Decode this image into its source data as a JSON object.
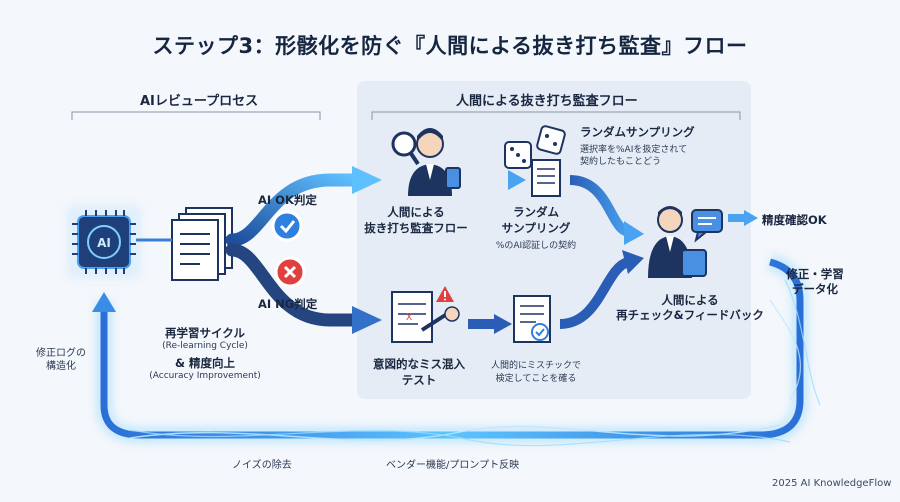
{
  "title": "ステップ3：形骸化を防ぐ『人間による抜き打ち監査』フロー",
  "ai_review": {
    "heading": "AIレビュープロセス"
  },
  "human_audit": {
    "heading": "人間による抜き打ち監査フロー"
  },
  "ai_ok": "AI OK判定",
  "ai_ng": "AI NG判定",
  "human_flow": {
    "line1": "人間による",
    "line2": "抜き打ち監査フロー"
  },
  "random_sampling": {
    "line1": "ランダム",
    "line2": "サンプリング",
    "note": "%のAI認証しの契約"
  },
  "random_sampling_title": {
    "label": "ランダムサンプリング",
    "desc1": "選択率を%AIを扱定されて",
    "desc2": "契約したもことどう"
  },
  "intentional_error": {
    "line1": "意図的なミス混入",
    "line2": "テスト"
  },
  "human_check_note": {
    "line1": "人間的にミスチックで",
    "line2": "検定してことを確る"
  },
  "recheck": {
    "line1": "人間による",
    "line2": "再チェック&フィードバック"
  },
  "accuracy_ok": "精度確認OK",
  "correction": {
    "line1": "修正・学習",
    "line2": "データ化"
  },
  "relearning": {
    "line1": "再学習サイクル",
    "line1_en": "(Re-learning Cycle)",
    "line2": "& 精度向上",
    "line2_en": "(Accuracy Improvement)"
  },
  "structuring": {
    "line1": "修正ログの",
    "line2": "構造化"
  },
  "noise_removal": "ノイズの除去",
  "vendor": "ベンダー機能/プロンプト反映",
  "footer": "2025 AI KnowledgeFlow",
  "colors": {
    "accent": "#2f7fe0",
    "glow": "#58b8ff",
    "ng": "#e0403f",
    "navy": "#1d3461"
  }
}
